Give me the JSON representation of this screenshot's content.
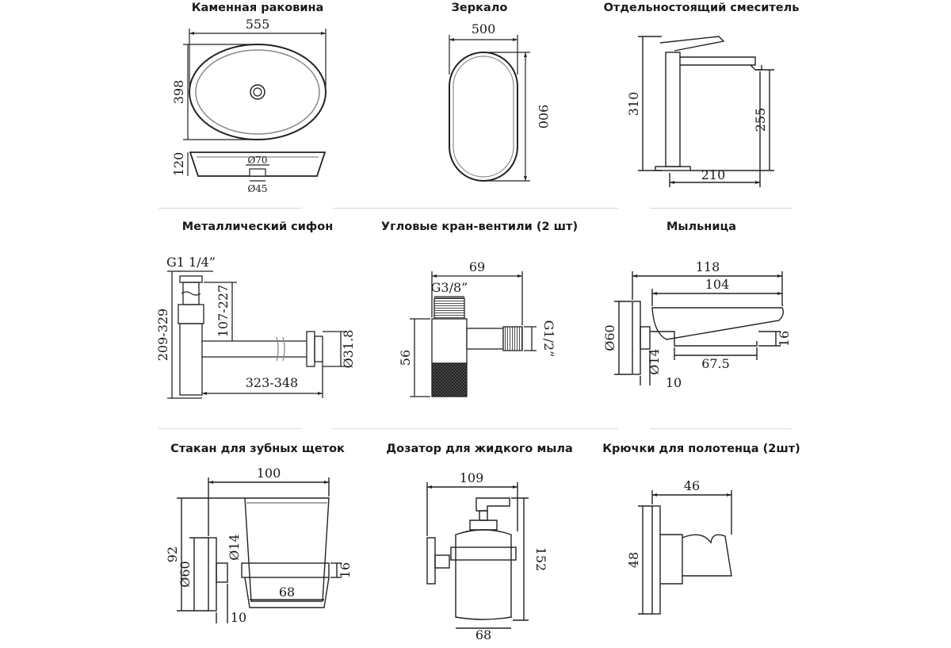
{
  "panels": [
    {
      "title": "Каменная раковина",
      "dims": {
        "w": "555",
        "h": "398",
        "depth": "120",
        "d_top": "Ø70",
        "d_bot": "Ø45"
      }
    },
    {
      "title": "Зеркало",
      "dims": {
        "w": "500",
        "h": "900"
      }
    },
    {
      "title": "Отдельностоящий смеситель",
      "dims": {
        "h": "310",
        "spout": "255",
        "reach": "210"
      }
    },
    {
      "title": "Металлический сифон",
      "dims": {
        "thread": "G1 1/4”",
        "h": "209-329",
        "adj": "107-227",
        "len": "323-348",
        "d": "Ø31.8"
      }
    },
    {
      "title": "Угловые кран-вентили (2 шт)",
      "dims": {
        "w": "69",
        "thread_in": "G3/8”",
        "h": "56",
        "thread_out": "G1/2”"
      }
    },
    {
      "title": "Мыльница",
      "dims": {
        "w": "118",
        "inner": "104",
        "d": "Ø60",
        "d_small": "Ø14",
        "h": "16",
        "depth": "67.5",
        "base": "10"
      }
    },
    {
      "title": "Стакан для зубных щеток",
      "dims": {
        "w": "100",
        "h": "92",
        "d": "Ø60",
        "d_small": "Ø14",
        "holder": "16",
        "depth": "68",
        "base": "10"
      }
    },
    {
      "title": "Дозатор для жидкого мыла",
      "dims": {
        "w": "109",
        "h": "152",
        "depth": "68"
      }
    },
    {
      "title": "Крючки для полотенца (2шт)",
      "dims": {
        "w": "46",
        "h": "48"
      }
    }
  ]
}
